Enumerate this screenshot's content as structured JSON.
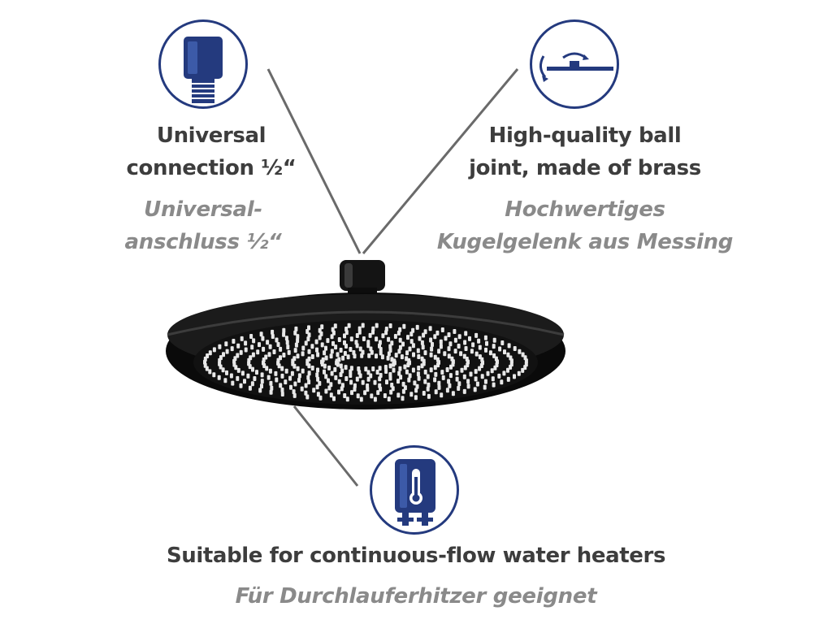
{
  "features": {
    "connection": {
      "icon": "threaded-connector-icon",
      "title_lines": [
        "Universal",
        "connection ½“"
      ],
      "german_lines": [
        "Universal-",
        "anschluss ½“"
      ]
    },
    "ball_joint": {
      "icon": "ball-joint-icon",
      "title_lines": [
        "High-quality ball",
        "joint, made of brass"
      ],
      "german_lines": [
        "Hochwertiges",
        "Kugelgelenk aus Messing"
      ]
    },
    "water_heater": {
      "icon": "water-heater-thermometer-icon",
      "title_lines": [
        "Suitable for continuous-flow water heaters"
      ],
      "german_lines": [
        "Für Durchlauferhitzer geeignet"
      ]
    }
  },
  "colors": {
    "icon_blue": "#243a7e",
    "title_gray": "#3d3d3d",
    "subtitle_gray": "#8a8a8a",
    "shower_head": "#121212",
    "nozzle": "#e8e8e8",
    "leader_line": "#6a6a6a"
  }
}
